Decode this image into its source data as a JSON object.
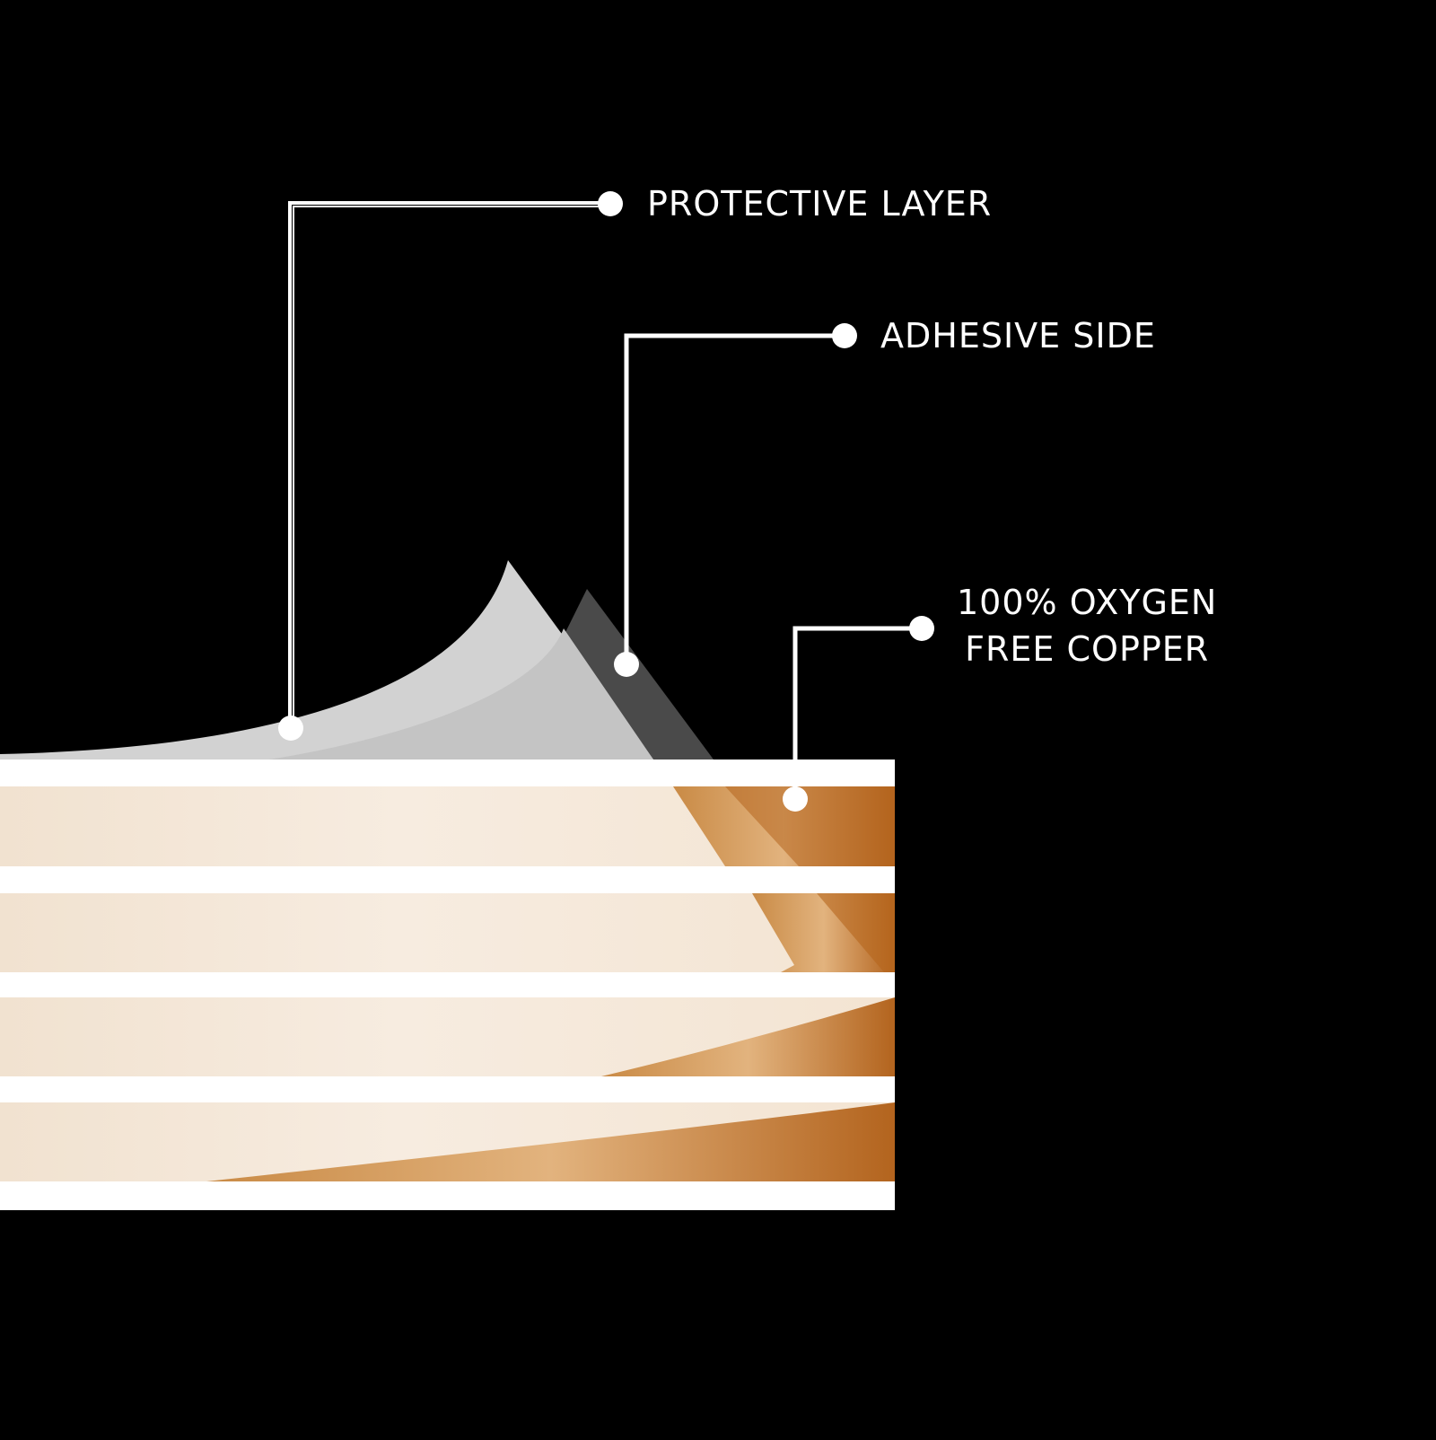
{
  "background_color": "#000000",
  "colors": {
    "leader_line": "#ffffff",
    "stripe_white": "#ffffff",
    "protective_film": "#cfcfcf",
    "adhesive_film": "#4a4a4a",
    "copper": "#b5651d",
    "copper_light": "#d9a36a",
    "cream": "#f6ebde"
  },
  "callouts": {
    "protective_layer": {
      "text": "PROTECTIVE LAYER"
    },
    "adhesive_side": {
      "text": "ADHESIVE SIDE"
    },
    "copper": {
      "line1": "100% OXYGEN",
      "line2": "FREE COPPER"
    }
  }
}
